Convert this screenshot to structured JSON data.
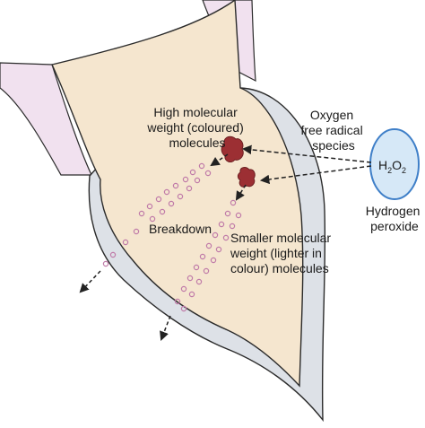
{
  "labels": {
    "high_mw": [
      "High molecular",
      "weight (coloured)",
      "molecules"
    ],
    "oxygen": [
      "Oxygen",
      "free radical",
      "species"
    ],
    "h2o2": {
      "main": "H",
      "sub1": "2",
      "mid": "O",
      "sub2": "2"
    },
    "hydrogen_peroxide": [
      "Hydrogen",
      "peroxide"
    ],
    "breakdown": "Breakdown",
    "smaller_mw": [
      "Smaller molecular",
      "weight (lighter in",
      "colour) molecules"
    ]
  },
  "colors": {
    "gum": "#f1e1ef",
    "enamel": "#dde1e7",
    "dentin": "#f5e6cf",
    "outline": "#2b2b2b",
    "stain_molecule": "#9c2f33",
    "small_molecule_outline": "#c07aa8",
    "peroxide_fill": "#d6e8f7",
    "peroxide_outline": "#3f7fc8",
    "arrow": "#222222"
  }
}
